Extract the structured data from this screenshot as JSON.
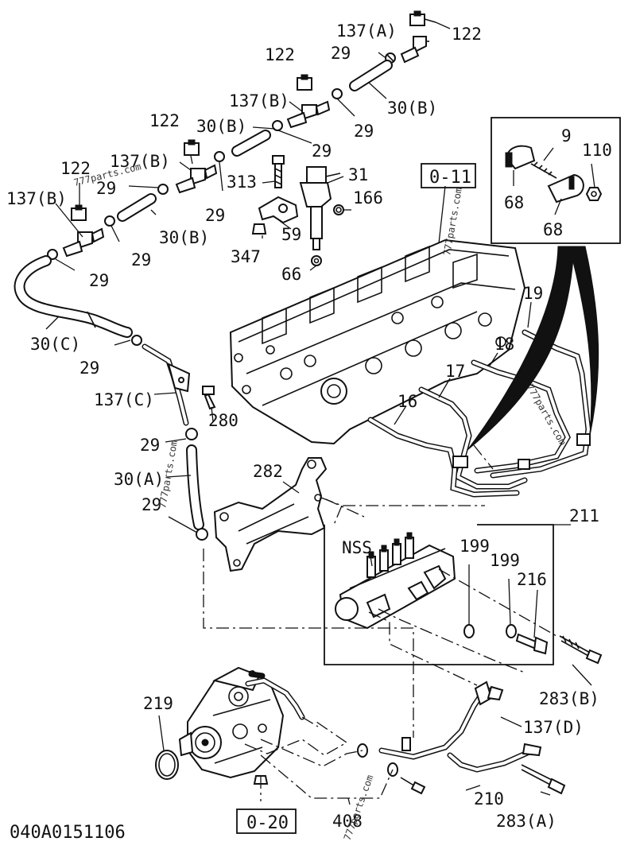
{
  "callouts": [
    {
      "id": "c-122-top",
      "text": "122"
    },
    {
      "id": "c-137a",
      "text": "137(A)"
    },
    {
      "id": "c-122-b",
      "text": "122"
    },
    {
      "id": "c-29-a",
      "text": "29"
    },
    {
      "id": "c-137b-1",
      "text": "137(B)"
    },
    {
      "id": "c-30b-1",
      "text": "30(B)"
    },
    {
      "id": "c-29-b",
      "text": "29"
    },
    {
      "id": "c-122-c",
      "text": "122"
    },
    {
      "id": "c-30b-2",
      "text": "30(B)"
    },
    {
      "id": "c-29-c",
      "text": "29"
    },
    {
      "id": "c-137b-2",
      "text": "137(B)"
    },
    {
      "id": "c-313",
      "text": "313"
    },
    {
      "id": "c-31",
      "text": "31"
    },
    {
      "id": "c-122-d",
      "text": "122"
    },
    {
      "id": "c-29-d",
      "text": "29"
    },
    {
      "id": "c-29-e",
      "text": "29"
    },
    {
      "id": "c-166",
      "text": "166"
    },
    {
      "id": "c-137b-3",
      "text": "137(B)"
    },
    {
      "id": "c-30b-3",
      "text": "30(B)"
    },
    {
      "id": "c-59",
      "text": "59"
    },
    {
      "id": "c-29-f",
      "text": "29"
    },
    {
      "id": "c-347",
      "text": "347"
    },
    {
      "id": "c-29-g",
      "text": "29"
    },
    {
      "id": "c-66",
      "text": "66"
    },
    {
      "id": "c-30c",
      "text": "30(C)"
    },
    {
      "id": "c-29-h",
      "text": "29"
    },
    {
      "id": "c-137c",
      "text": "137(C)"
    },
    {
      "id": "c-280",
      "text": "280"
    },
    {
      "id": "c-29-i",
      "text": "29"
    },
    {
      "id": "c-30a",
      "text": "30(A)"
    },
    {
      "id": "c-29-j",
      "text": "29"
    },
    {
      "id": "c-9",
      "text": "9"
    },
    {
      "id": "c-110",
      "text": "110"
    },
    {
      "id": "c-68-a",
      "text": "68"
    },
    {
      "id": "c-68-b",
      "text": "68"
    },
    {
      "id": "c-19",
      "text": "19"
    },
    {
      "id": "c-18",
      "text": "18"
    },
    {
      "id": "c-17",
      "text": "17"
    },
    {
      "id": "c-16",
      "text": "16"
    },
    {
      "id": "c-282",
      "text": "282"
    },
    {
      "id": "c-211",
      "text": "211"
    },
    {
      "id": "c-nss",
      "text": "NSS"
    },
    {
      "id": "c-199-a",
      "text": "199"
    },
    {
      "id": "c-199-b",
      "text": "199"
    },
    {
      "id": "c-216",
      "text": "216"
    },
    {
      "id": "c-283b",
      "text": "283(B)"
    },
    {
      "id": "c-219",
      "text": "219"
    },
    {
      "id": "c-137d",
      "text": "137(D)"
    },
    {
      "id": "c-210",
      "text": "210"
    },
    {
      "id": "c-283a",
      "text": "283(A)"
    },
    {
      "id": "c-408",
      "text": "408"
    }
  ],
  "group_refs": {
    "upper": "0-11",
    "lower": "0-20"
  },
  "diagram_code": "040A0151106",
  "watermark": "777parts.com"
}
